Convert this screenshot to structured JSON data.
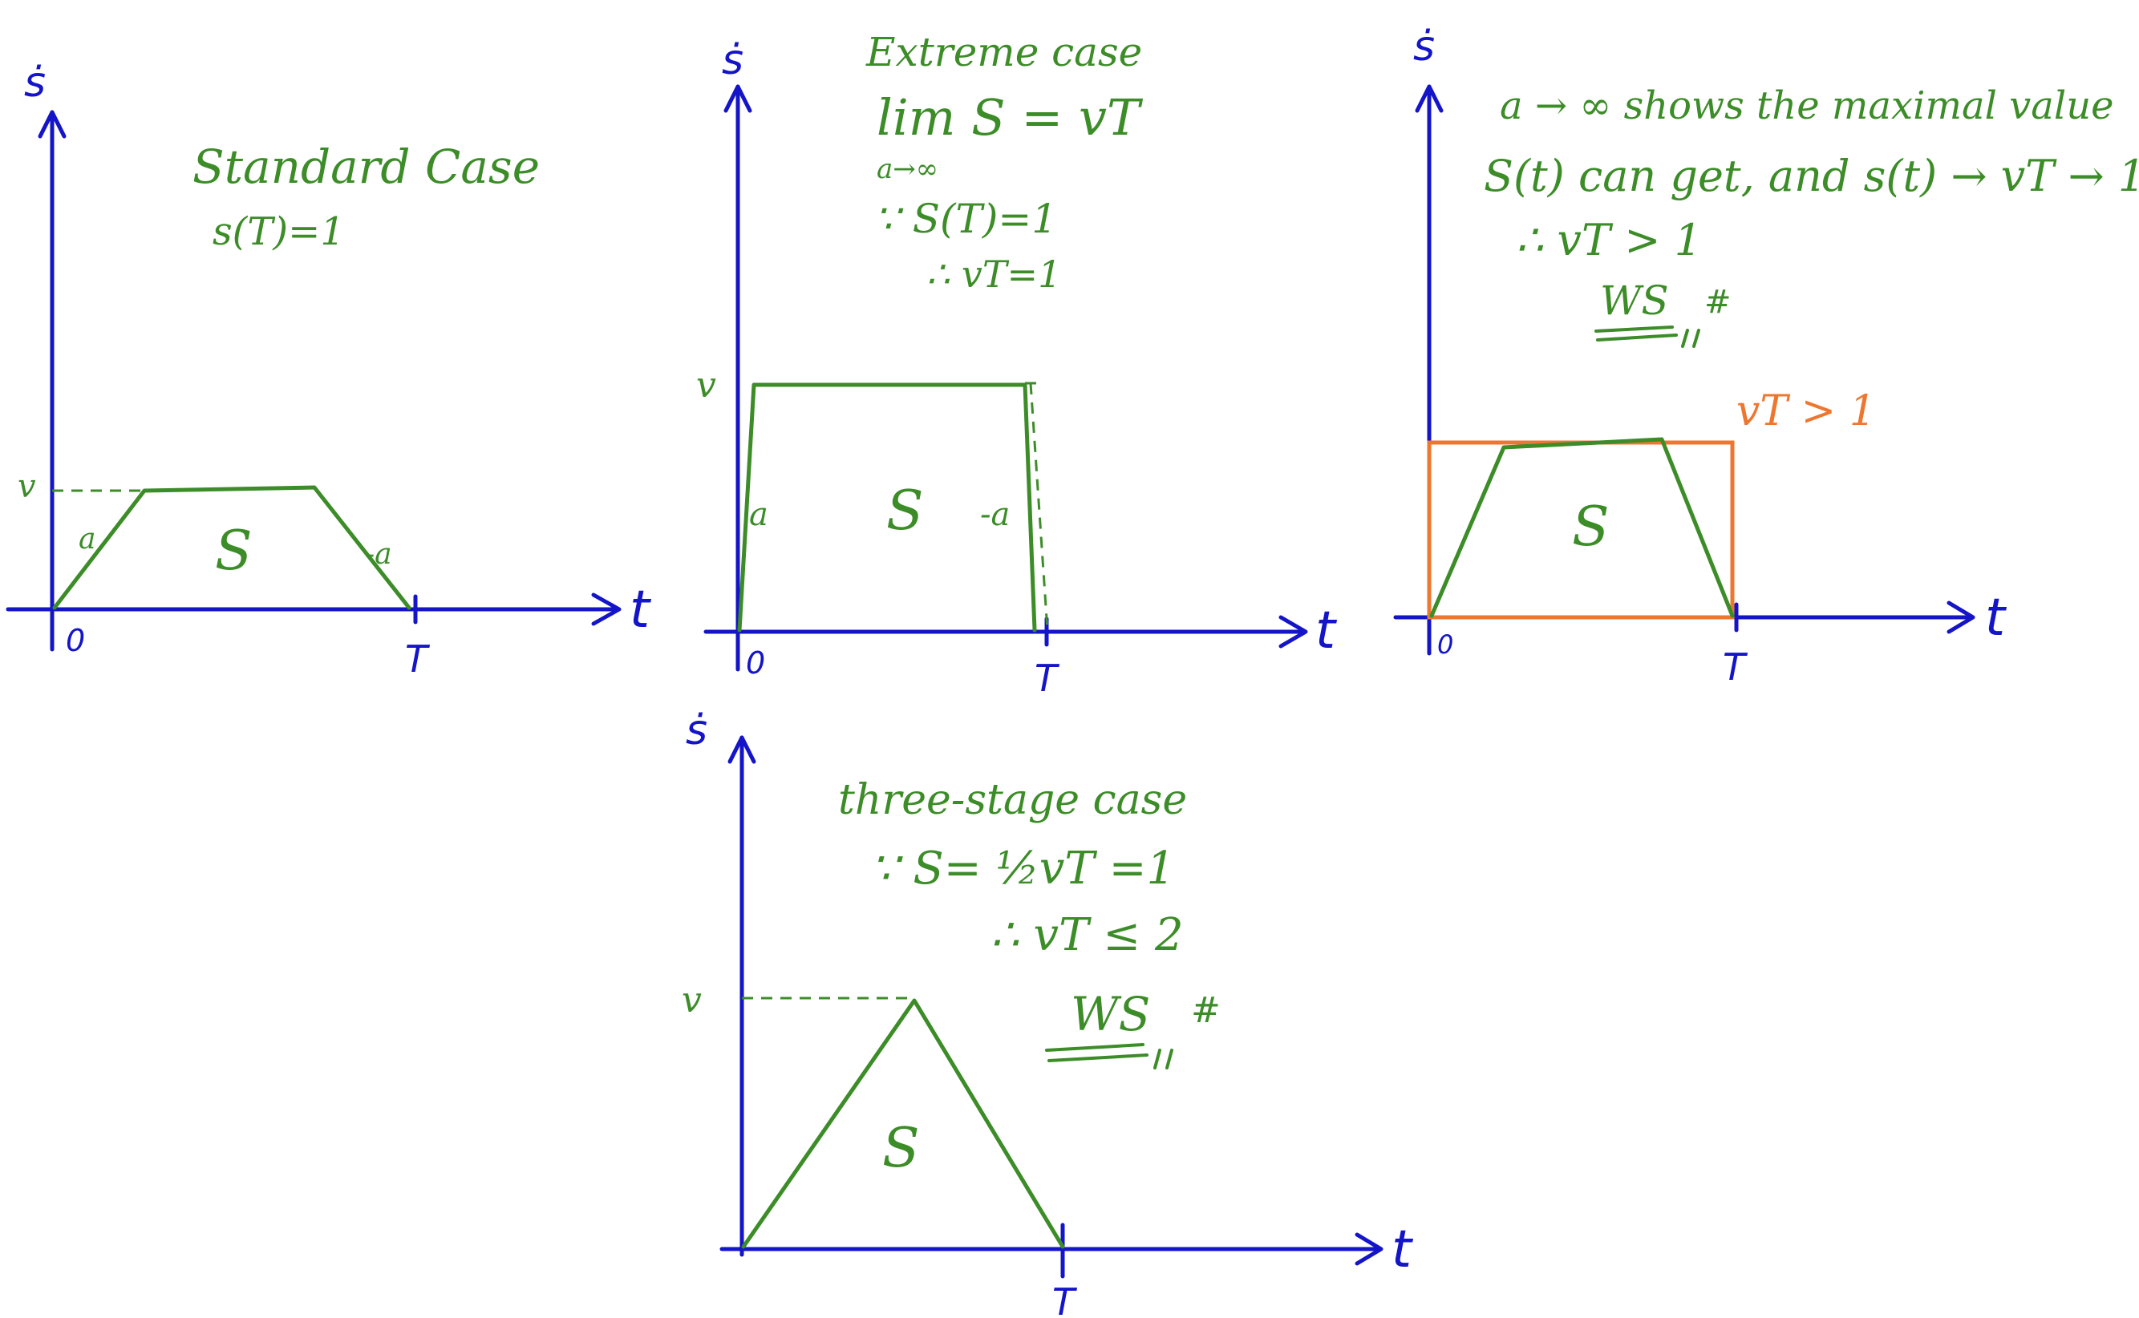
{
  "colors": {
    "axis": "#1414c8",
    "curve": "#3c8c28",
    "box": "#ee7730",
    "background": "#ffffff"
  },
  "p1": {
    "axis_y": "ṡ",
    "axis_x": "t",
    "origin": "0",
    "t_tick": "T",
    "v_tick": "v",
    "slope_up": "a",
    "slope_down": "-a",
    "area": "S",
    "title": "Standard Case",
    "line2": "s(T)=1"
  },
  "p2": {
    "axis_y": "ṡ",
    "axis_x": "t",
    "origin": "0",
    "t_tick": "T",
    "v_tick": "v",
    "slope_up": "a",
    "slope_down": "-a",
    "area": "S",
    "title": "Extreme case",
    "lim_main": "lim  S  =  vT",
    "lim_sub": "a→∞",
    "line3": "∵ S(T)=1",
    "line4": "∴ vT=1"
  },
  "p3": {
    "axis_y": "ṡ",
    "axis_x": "t",
    "origin": "0",
    "t_tick": "T",
    "area": "S",
    "line1": "a → ∞  shows the maximal value",
    "line2": "S(t) can get, and s(t) → vT → 1",
    "line3": "∴ vT > 1",
    "mark": "WS",
    "hash": "#",
    "box_label": "vT > 1"
  },
  "p4": {
    "axis_y": "ṡ",
    "axis_x": "t",
    "t_tick": "T",
    "v_tick": "v",
    "area": "S",
    "title": "three-stage case",
    "line2": "∵ S= ½vT =1",
    "line3": "∴ vT ≤ 2",
    "mark": "WS",
    "hash": "#"
  }
}
